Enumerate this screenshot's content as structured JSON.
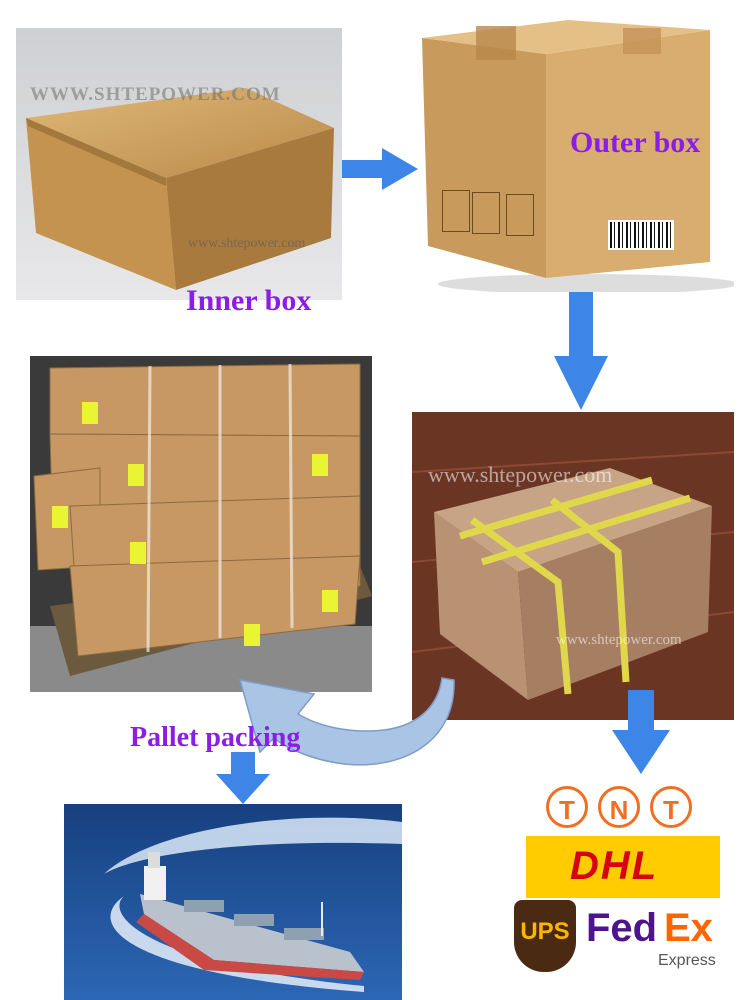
{
  "captions": {
    "inner_box": "Inner box",
    "outer_box": "Outer box",
    "pallet_packing": "Pallet packing"
  },
  "watermarks": {
    "inner_top": "WWW.SHTEPOWER.COM",
    "inner_bottom": "www.shtepower.com",
    "wrapped_top": "www.shtepower.com",
    "wrapped_bottom": "www.shtepower.com"
  },
  "couriers": {
    "tnt": [
      "T",
      "N",
      "T"
    ],
    "dhl": "DHL",
    "ups": "UPS",
    "fedex_fed": "Fed",
    "fedex_ex": "Ex",
    "fedex_express": "Express"
  },
  "colors": {
    "caption": "#8a1ee6",
    "arrow_blue": "#3d86e8",
    "cardboard": "#c89a5c",
    "tnt_orange": "#f26f21",
    "dhl_red": "#d40511",
    "dhl_yellow": "#ffcc00",
    "ups_brown": "#4a2a12",
    "ups_gold": "#ffb500",
    "fedex_purple": "#4d148c",
    "fedex_orange": "#ff6600",
    "sea_blue": "#1f4f9c"
  },
  "icons": [
    "right-arrow-icon",
    "down-arrow-icon",
    "curved-arrow-icon",
    "fragile-icon",
    "keep-dry-icon",
    "this-way-up-icon",
    "barcode-icon"
  ]
}
